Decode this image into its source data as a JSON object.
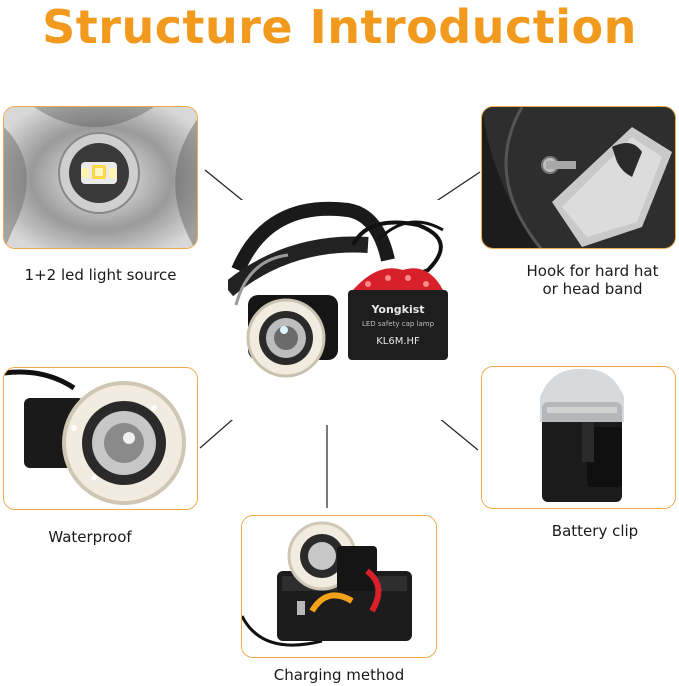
{
  "title": "Structure Introduction",
  "center_lamp": {
    "brand": "Yongkist",
    "subtitle": "LED safety cap lamp",
    "model": "KL6M.HF"
  },
  "features": {
    "led_source": {
      "label": "1+2 led light source"
    },
    "hook": {
      "label_line1": "Hook for hard hat",
      "label_line2": "or head band"
    },
    "waterproof": {
      "label": "Waterproof"
    },
    "battery_clip": {
      "label": "Battery clip"
    },
    "charging": {
      "label": "Charging method"
    }
  },
  "colors": {
    "title_orange": "#f29a1d",
    "panel_border": "#f0a948",
    "lamp_red": "#d8202a"
  }
}
